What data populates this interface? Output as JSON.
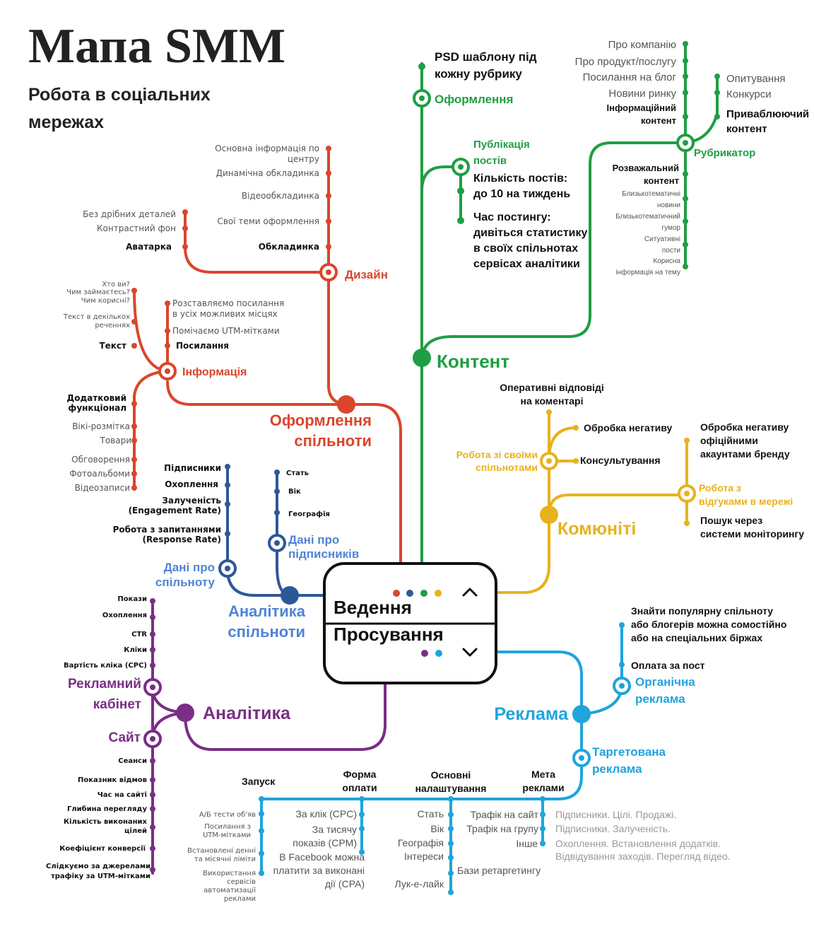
{
  "header": {
    "title": "Мапа SMM",
    "subtitle_line1": "Робота в соціальних",
    "subtitle_line2": "мережах"
  },
  "colors": {
    "content": "#1f9e43",
    "design": "#d9462b",
    "analytics_community": "#2d5896",
    "community": "#e8b21d",
    "ads": "#1fa4dd",
    "analytics": "#7a2e86",
    "box_border": "#111111"
  },
  "center_box": {
    "top_label": "Ведення",
    "bottom_label": "Просування",
    "up_icon": "chevron-up-icon",
    "down_icon": "chevron-down-icon"
  },
  "content": {
    "title": "Контент",
    "design": "Оформлення",
    "psd_line1": "PSD шаблону під",
    "psd_line2": "кожну рубрику",
    "pub_line1": "Публікація",
    "pub_line2": "постів",
    "count_line1": "Кількість постів:",
    "count_line2": "до 10 на тиждень",
    "time_line1": "Час постингу:",
    "time_line2": "дивіться статистику",
    "time_line3": "в своїх спільнотах",
    "time_line4": "сервісах аналітики",
    "rubricator": "Рубрикатор",
    "about_company": "Про компанію",
    "about_product": "Про продукт/послугу",
    "blog_links": "Посилання на блог",
    "market_news": "Новини ринку",
    "info_line1": "Інформаційний",
    "info_line2": "контент",
    "polls": "Опитування",
    "contests": "Конкурси",
    "attract_line1": "Приваблюючий",
    "attract_line2": "контент",
    "fun_line1": "Розважальний",
    "fun_line2": "контент",
    "close_news_line1": "Близькотематичні",
    "close_news_line2": "новини",
    "close_humor_line1": "Близькотематичний",
    "close_humor_line2": "гумор",
    "situational_line1": "Ситуативні",
    "situational_line2": "пости",
    "useful_line1": "Корисна",
    "useful_line2": "інформація на тему"
  },
  "design": {
    "title_line1": "Оформлення",
    "title_line2": "спільноти",
    "design_station": "Дизайн",
    "basic_info_line1": "Основна інформація по",
    "basic_info_line2": "центру",
    "dynamic_cover": "Динамічна обкладинка",
    "video_cover": "Відеообкладинка",
    "own_themes": "Свої теми оформлення",
    "cover": "Обкладинка",
    "no_details": "Без дрібних деталей",
    "contrast_bg": "Контрастний фон",
    "avatar": "Аватарка",
    "info_station": "Інформація",
    "who_line1": "Хто ви?",
    "who_line2": "Чим займаєтесь?",
    "who_line3": "Чим корисні?",
    "sentences_line1": "Текст в декількох",
    "sentences_line2": "реченнях",
    "text": "Текст",
    "links_line1": "Розставляємо посилання",
    "links_line2": "в усіх можливих місцях",
    "utm": "Помічаємо UTM-мітками",
    "links": "Посилання",
    "extra_line1": "Додатковий",
    "extra_line2": "функціонал",
    "wiki": "Вікі-розмітка",
    "goods": "Товари",
    "discussions": "Обговорення",
    "albums": "Фотоальбоми",
    "videos": "Відеозаписи"
  },
  "analytics_community": {
    "title_line1": "Аналітика",
    "title_line2": "спільноти",
    "community_data_line1": "Дані про",
    "community_data_line2": "спільноту",
    "subs_data_line1": "Дані про",
    "subs_data_line2": "підписників",
    "subscribers": "Підписники",
    "reach": "Охоплення",
    "engagement_line1": "Залученість",
    "engagement_line2": "(Engagement Rate)",
    "response_line1": "Робота з запитаннями",
    "response_line2": "(Response Rate)",
    "gender": "Стать",
    "age": "Вік",
    "geo": "Географія"
  },
  "community": {
    "title": "Комюніті",
    "own_line1": "Робота зі своїми",
    "own_line2": "спільнотами",
    "quick_line1": "Оперативні відповіді",
    "quick_line2": "на коментарі",
    "negative": "Обробка негативу",
    "consult": "Консультування",
    "reviews_line1": "Робота з",
    "reviews_line2": "відгуками в мережі",
    "brand_neg_line1": "Обробка негативу",
    "brand_neg_line2": "офіційними",
    "brand_neg_line3": "акаунтами бренду",
    "monitor_line1": "Пошук через",
    "monitor_line2": "системи моніторингу"
  },
  "ads": {
    "title": "Реклама",
    "organic_line1": "Органічна",
    "organic_line2": "реклама",
    "find_line1": "Знайти популярну спільноту",
    "find_line2": "або блогерів можна сомостійно",
    "find_line3": "або на спеціальних біржах",
    "pay_post": "Оплата за пост",
    "targeted_line1": "Таргетована",
    "targeted_line2": "реклама",
    "launch": "Запуск",
    "payment_line1": "Форма",
    "payment_line2": "оплати",
    "basic_line1": "Основні",
    "basic_line2": "налаштування",
    "goal_line1": "Мета",
    "goal_line2": "реклами",
    "ab_tests": "А/Б тести об'яв",
    "utm_links_line1": "Посилання з",
    "utm_links_line2": "UTM-мітками",
    "limits_line1": "Встановлені денні",
    "limits_line2": "та місячні ліміти",
    "auto_line1": "Використання",
    "auto_line2": "сервісів",
    "auto_line3": "автоматизації",
    "auto_line4": "реклами",
    "cpc": "За клік (CPC)",
    "cpm_line1": "За тисячу",
    "cpm_line2": "показів (CPM)",
    "cpa_line1": "В Facebook можна",
    "cpa_line2": "платити за виконані",
    "cpa_line3": "дії (CPA)",
    "gender": "Стать",
    "age": "Вік",
    "geo": "Географія",
    "interests": "Інтереси",
    "lookalike": "Лук-е-лайк",
    "retarget": "Бази ретаргетингу",
    "site_traffic": "Трафік на сайт",
    "group_traffic": "Трафік на групу",
    "other": "Інше",
    "goal1": "Підписники. Цілі. Продажі.",
    "goal2": "Підписники. Залученість.",
    "goal3": "Охоплення. Встановлення додатків.",
    "goal4": "Відвідування заходів. Перегляд відео."
  },
  "analytics": {
    "title": "Аналітика",
    "cabinet_line1": "Рекламний",
    "cabinet_line2": "кабінет",
    "site": "Сайт",
    "impressions": "Покази",
    "reach": "Охоплення",
    "ctr": "CTR",
    "clicks": "Кліки",
    "cpc": "Вартість кліка (CPC)",
    "sessions": "Сеанси",
    "bounce": "Показник відмов",
    "time": "Час на сайті",
    "depth": "Глибина перегляду",
    "goals_line1": "Кількість виконаних",
    "goals_line2": "цілей",
    "conversion": "Коефіцієнт конверсії",
    "sources_line1": "Слідкуємо за джерелами",
    "sources_line2": "трафіку за UTM-мітками"
  }
}
